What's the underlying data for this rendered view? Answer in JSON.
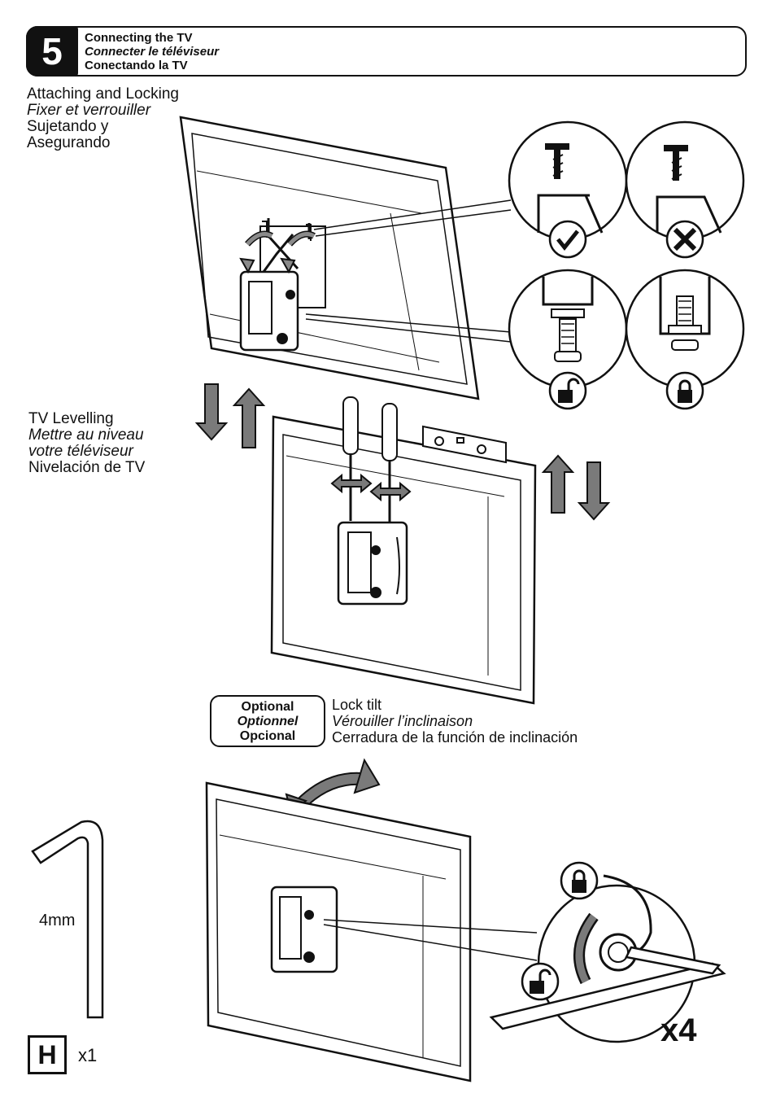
{
  "step": {
    "number": "5",
    "title_en": "Connecting the TV",
    "title_fr": "Connecter le téléviseur",
    "title_es": "Conectando la TV"
  },
  "attach": {
    "en": "Attaching and Locking",
    "fr": "Fixer et verrouiller",
    "es_1": "Sujetando y",
    "es_2": "Asegurando"
  },
  "levelling": {
    "en": "TV Levelling",
    "fr_1": "Mettre au niveau",
    "fr_2": "votre téléviseur",
    "es": "Nivelación de TV"
  },
  "optional": {
    "en": "Optional",
    "fr": "Optionnel",
    "es": "Opcional"
  },
  "lock_tilt": {
    "en": "Lock tilt",
    "fr": "Vérouiller l’inclinaison",
    "es": "Cerradura de la función de inclinación"
  },
  "tool": {
    "size": "4mm",
    "letter": "H",
    "quantity": "x1"
  },
  "bolt_quantity": "x4",
  "icons": [
    "check-icon",
    "cross-icon",
    "unlocked-icon",
    "locked-icon",
    "hex-key-icon"
  ],
  "colors": {
    "ink": "#111111",
    "arrow_fill": "#7a7a7a"
  }
}
